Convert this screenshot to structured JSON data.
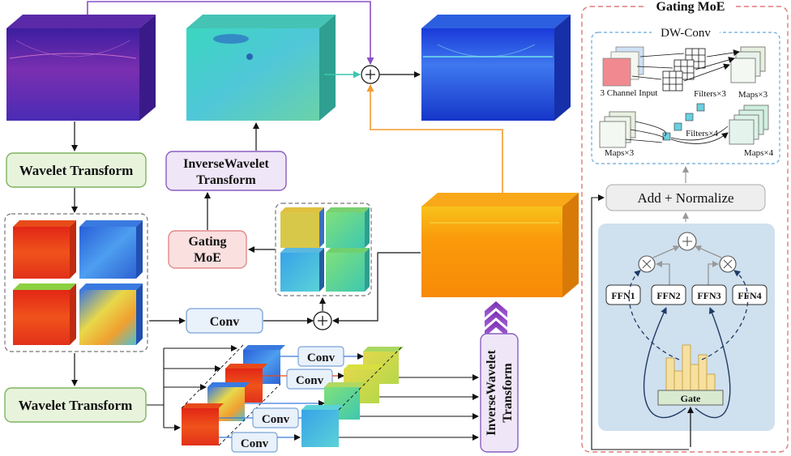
{
  "labels": {
    "wavelet_top": "Wavelet Transform",
    "wavelet_bottom": "Wavelet Transform",
    "inverse_top_1": "InverseWavelet",
    "inverse_top_2": "Transform",
    "gating_1": "Gating",
    "gating_2": "MoE",
    "conv_main": "Conv",
    "conv_a": "Conv",
    "conv_b": "Conv",
    "conv_c": "Conv",
    "conv_d": "Conv",
    "inverse_vert_1": "InverseWavelet",
    "inverse_vert_2": "Transform"
  },
  "panel": {
    "title": "Gating MoE",
    "dwconv_title": "DW-Conv",
    "input_label": "3 Channel Input",
    "filters3": "Filters×3",
    "maps3_top": "Maps×3",
    "maps3_left": "Maps×3",
    "filters4": "Filters×4",
    "maps4": "Maps×4",
    "add_norm": "Add + Normalize",
    "ffn1": "FFN1",
    "ffn2": "FFN2",
    "ffn3": "FFN3",
    "ffn4": "FFN4",
    "gate": "Gate"
  },
  "colors": {
    "purple_arrow": "#8a4fc7",
    "orange_arrow": "#f39a2e",
    "green_box": "#e8f3dc",
    "green_border": "#7fb360",
    "purple_box": "#efe6f7",
    "purple_border": "#8a5fc0",
    "pink_box": "#fbe0e0",
    "pink_border": "#e08a8a",
    "blue_box": "#e9f1fb",
    "blue_border": "#7aa4d6",
    "panel_border": "#e07a7a",
    "panel_bg": "#cfe0ee"
  }
}
